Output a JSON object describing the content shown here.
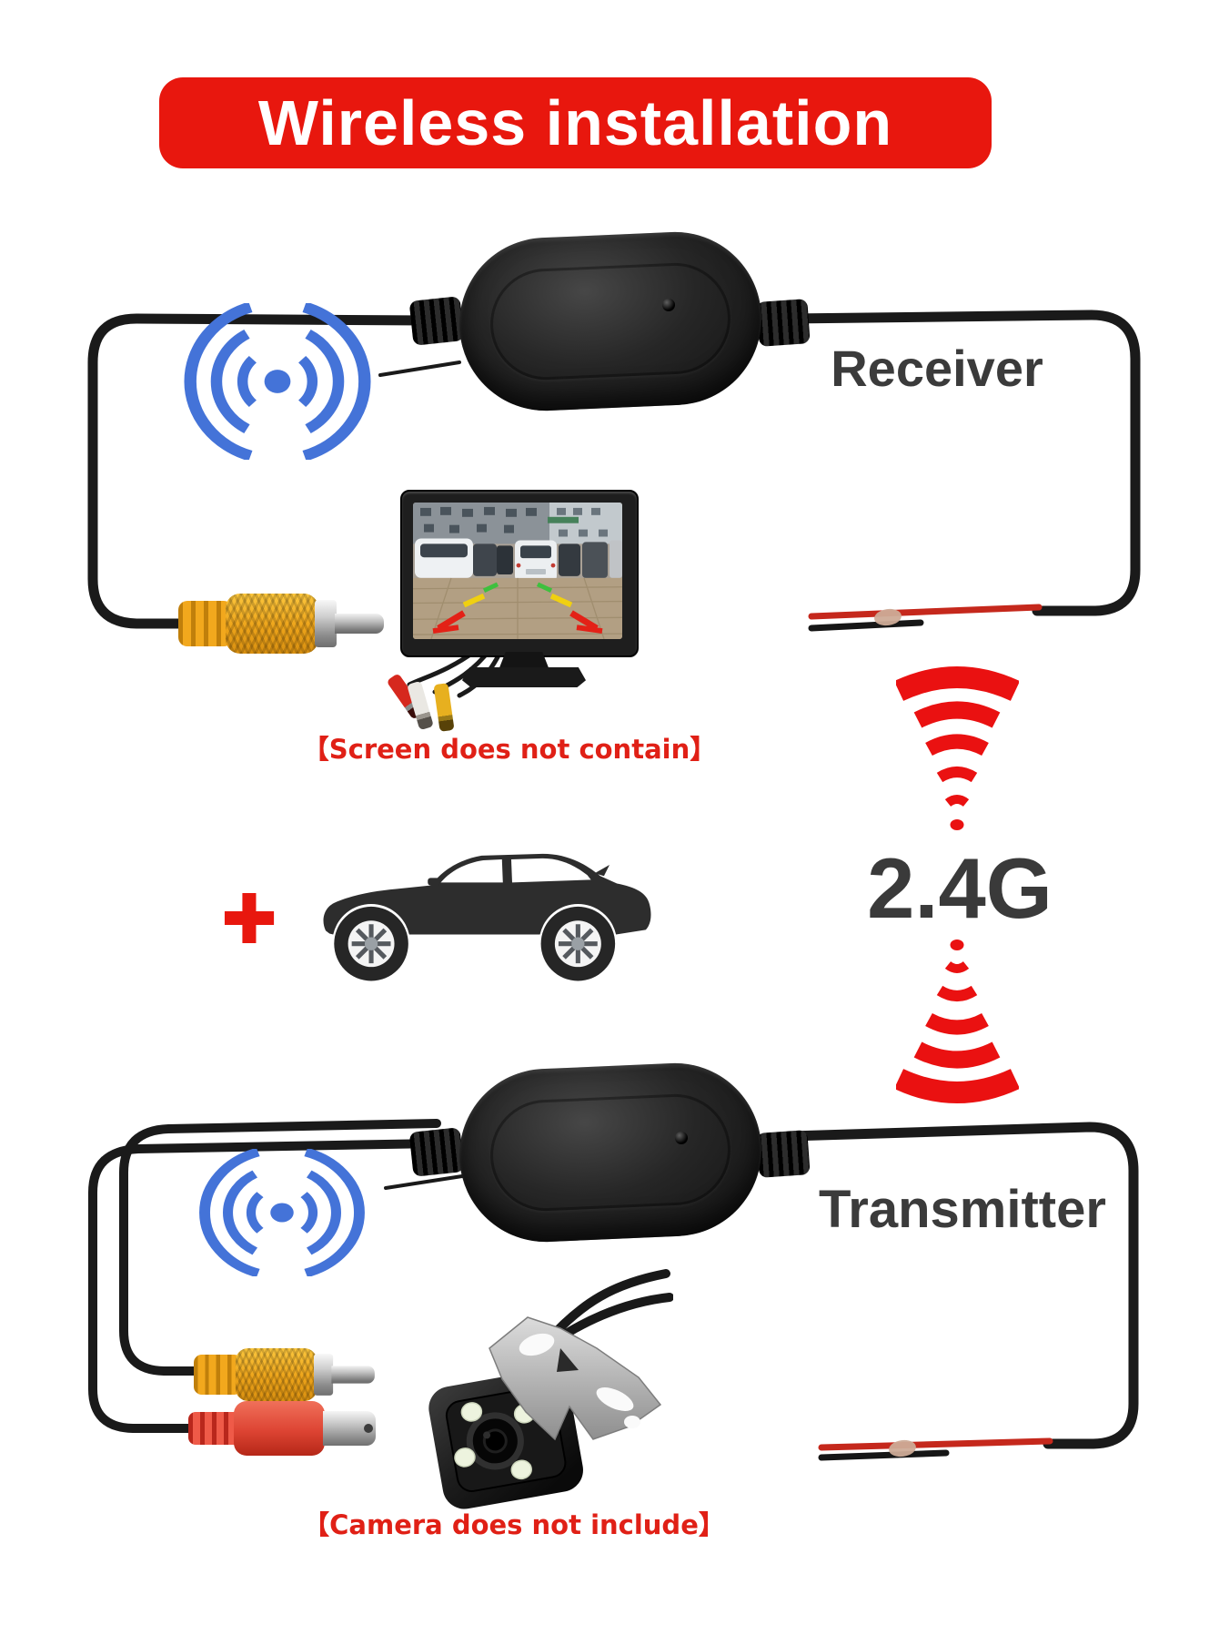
{
  "banner": {
    "title": "Wireless installation"
  },
  "sections": {
    "receiver": {
      "label": "Receiver"
    },
    "transmitter": {
      "label": "Transmitter"
    }
  },
  "wireless": {
    "frequency": "2.4G",
    "plus_symbol": "+"
  },
  "notes": {
    "screen": "【Screen does not contain】",
    "camera": "【Camera does not include】"
  },
  "icons": {
    "receiver_signal": "wifi-signal-icon",
    "transmitter_signal": "wifi-signal-icon",
    "downlink_waves": "radio-waves-down-icon",
    "uplink_waves": "radio-waves-up-icon",
    "plus": "plus-icon"
  },
  "colors": {
    "banner_red": "#e8170e",
    "wave_red": "#ea1111",
    "note_red": "#e02016",
    "signal_blue": "#4473d8",
    "label_gray": "#3b3b3b",
    "cable_black": "#1a1a1a",
    "rca_yellow": "#f2a81d",
    "power_red": "#dd4433"
  }
}
